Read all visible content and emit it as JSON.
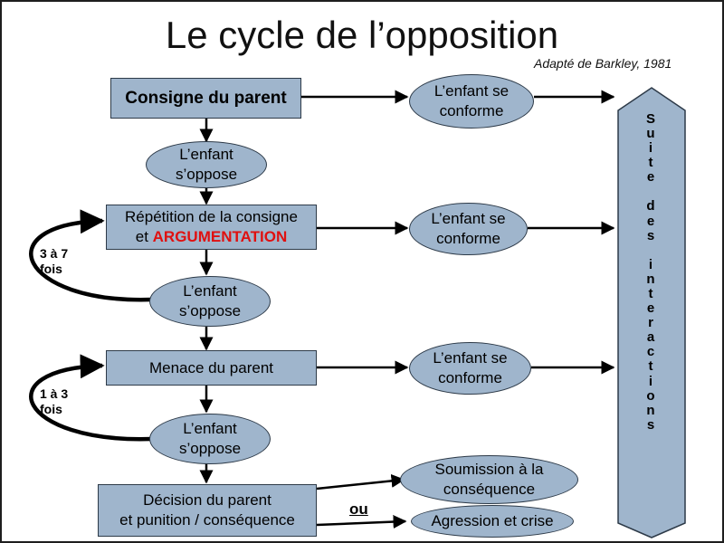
{
  "title": "Le cycle de l’opposition",
  "credit": "Adapté de Barkley, 1981",
  "nodes": {
    "consigne": "Consigne du parent",
    "conforme_label": "L’enfant se conforme",
    "oppose_label": "L’enfant s’oppose",
    "conforme1_line1": "L’enfant se",
    "conforme1_line2": "conforme",
    "oppose1_line1": "L’enfant",
    "oppose1_line2": "s’oppose",
    "repetition_line1": "Répétition de la consigne",
    "repetition_line2_prefix": "et ",
    "repetition_line2_highlight": "ARGUMENTATION",
    "conforme2_line1": "L’enfant se",
    "conforme2_line2": "conforme",
    "oppose2_line1": "L’enfant",
    "oppose2_line2": "s’oppose",
    "menace": "Menace du parent",
    "conforme3_line1": "L’enfant se",
    "conforme3_line2": "conforme",
    "oppose3_line1": "L’enfant",
    "oppose3_line2": "s’oppose",
    "decision_line1": "Décision du parent",
    "decision_line2": "et punition / conséquence",
    "soumission_line1": "Soumission à la",
    "soumission_line2": "conséquence",
    "agression": "Agression et crise"
  },
  "loops": {
    "loop1_line1": "3 à 7",
    "loop1_line2": "fois",
    "loop2_line1": "1 à 3",
    "loop2_line2": "fois"
  },
  "ou_label": "ou",
  "side_panel": {
    "text": "Suite des interactions",
    "letters": [
      "S",
      "u",
      "i",
      "t",
      "e",
      "",
      "d",
      "e",
      "s",
      "",
      "i",
      "n",
      "t",
      "e",
      "r",
      "a",
      "c",
      "t",
      "i",
      "o",
      "n",
      "s"
    ]
  },
  "colors": {
    "box_fill": "#9fb5cc",
    "box_border": "#2d3a48",
    "highlight": "#e01010"
  }
}
